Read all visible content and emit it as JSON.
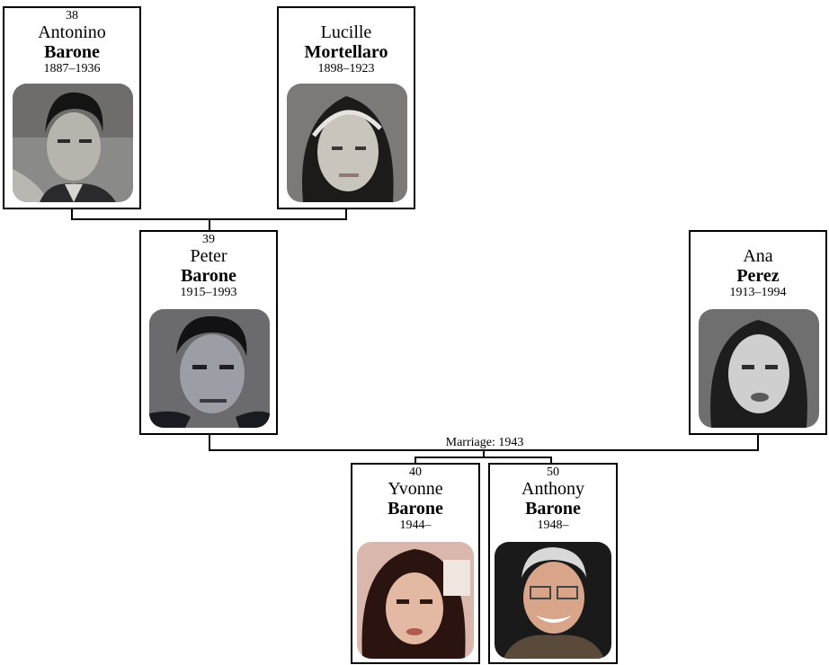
{
  "people": {
    "antonino": {
      "number": "38",
      "first": "Antonino",
      "last": "Barone",
      "dates": "1887–1936",
      "photo_icon": "portrait-man-young-icon"
    },
    "lucille": {
      "number": "",
      "first": "Lucille",
      "last": "Mortellaro",
      "dates": "1898–1923",
      "photo_icon": "portrait-woman-headband-icon"
    },
    "peter": {
      "number": "39",
      "first": "Peter",
      "last": "Barone",
      "dates": "1915–1993",
      "photo_icon": "portrait-man-icon"
    },
    "ana": {
      "number": "",
      "first": "Ana",
      "last": "Perez",
      "dates": "1913–1994",
      "photo_icon": "portrait-woman-icon"
    },
    "yvonne": {
      "number": "40",
      "first": "Yvonne",
      "last": "Barone",
      "dates": "1944–",
      "photo_icon": "portrait-woman-young-icon"
    },
    "anthony": {
      "number": "50",
      "first": "Anthony",
      "last": "Barone",
      "dates": "1948–",
      "photo_icon": "portrait-man-glasses-icon"
    }
  },
  "marriage_label": "Marriage: 1943",
  "colors": {
    "border": "#000000",
    "background": "#ffffff"
  }
}
